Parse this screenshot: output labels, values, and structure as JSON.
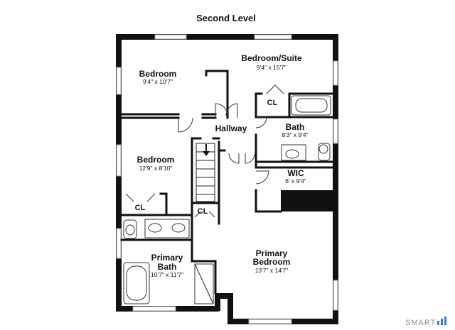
{
  "title": "Second Level",
  "rooms": {
    "bedroom_suite": {
      "name": "Bedroom/Suite",
      "dim": "9'4\" x 15'7\""
    },
    "bedroom_upper": {
      "name": "Bedroom",
      "dim": "9'4\" x 10'7\""
    },
    "bedroom_left": {
      "name": "Bedroom",
      "dim": "12'9\" x 8'10\""
    },
    "hallway": {
      "name": "Hallway"
    },
    "bath": {
      "name": "Bath",
      "dim": "8'3\" x 9'4\""
    },
    "wic": {
      "name": "WIC",
      "dim": "6' x 9'4\""
    },
    "primary_bath": {
      "name_line1": "Primary",
      "name_line2": "Bath",
      "dim": "10'7\" x 11'7\""
    },
    "primary_bedroom": {
      "name_line1": "Primary",
      "name_line2": "Bedroom",
      "dim": "13'7\" x 14'7\""
    }
  },
  "closets": {
    "cl_suite": "CL",
    "cl_left": "CL",
    "cl_center": "CL"
  },
  "logo": "SMART",
  "colors": {
    "wall": "#111111",
    "window": "#9a9a9a",
    "background": "#ffffff",
    "logo_text": "#8a8f98",
    "logo_bars": "#3a7bd5"
  }
}
